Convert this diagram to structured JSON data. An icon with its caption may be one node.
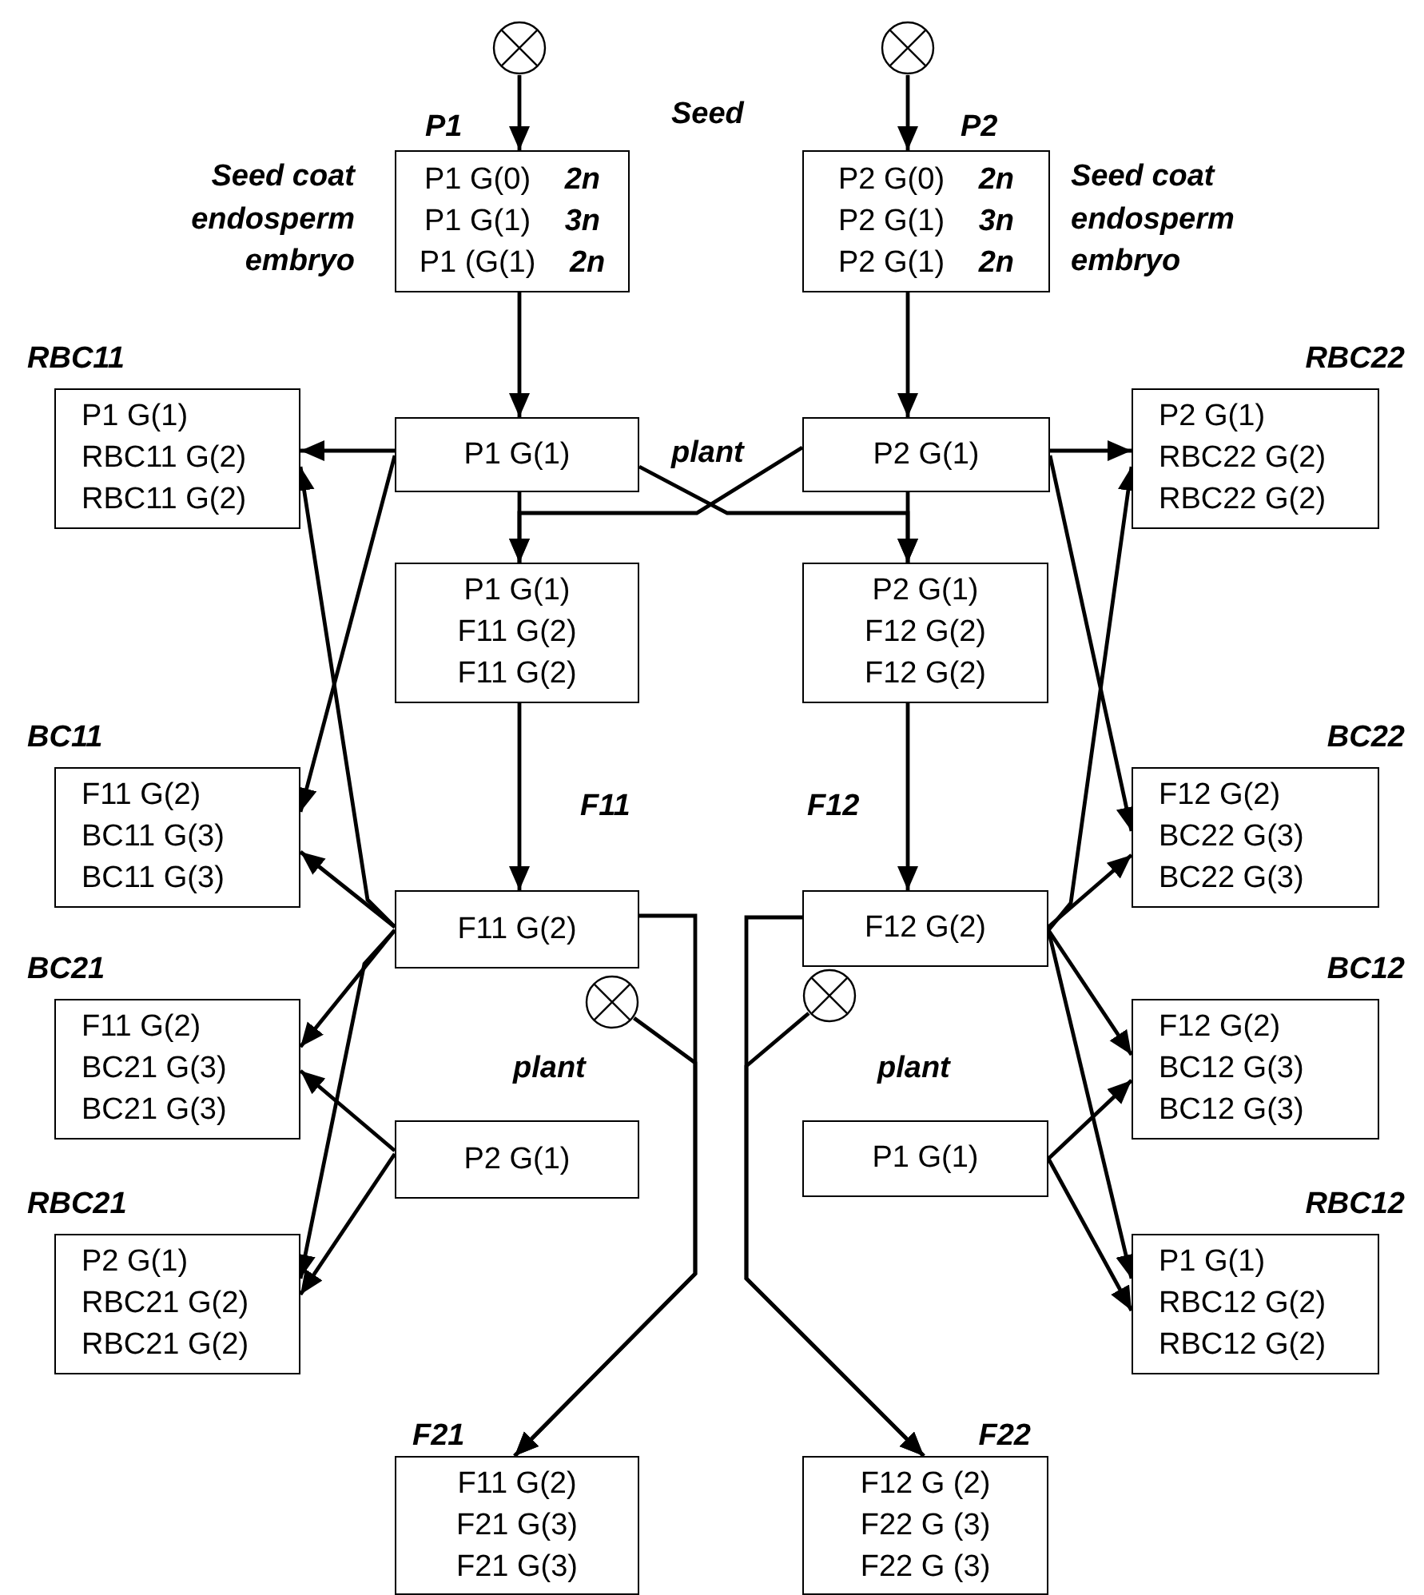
{
  "diagram": {
    "nodes": [
      {
        "text": [],
        "shape": "circle"
      },
      {
        "text": [],
        "shape": "circle"
      },
      {
        "text": [
          "P1",
          "P1 G(0) *2n*",
          "P1 G(1) *3n*",
          "P1 (G(1) *2n*"
        ],
        "beside": [
          "Seed coat",
          "endosperm",
          "embryo"
        ]
      },
      {
        "text": [
          "P2",
          "P2 G(0) *2n*",
          "P2 G(1) *3n*",
          "P2 G(1) *2n*"
        ],
        "beside": [
          "Seed coat",
          "endosperm",
          "embryo"
        ]
      },
      {
        "text": [
          "RBC11",
          "P1 G(1)",
          "RBC11 G(2)",
          "RBC11 G(2)"
        ]
      },
      {
        "text": [
          "P1 G(1)"
        ]
      },
      {
        "text": [
          "P2 G(1)"
        ]
      },
      {
        "text": [
          "RBC22",
          "P2 G(1)",
          "RBC22 G(2)",
          "RBC22 G(2)"
        ]
      },
      {
        "text": [
          "P1 G(1)",
          "F11 G(2)",
          "F11 G(2)"
        ]
      },
      {
        "text": [
          "P2 G(1)",
          "F12 G(2)",
          "F12 G(2)"
        ]
      },
      {
        "text": [
          "BC11",
          "F11 G(2)",
          "BC11 G(3)",
          "BC11 G(3)"
        ]
      },
      {
        "text": [
          "BC22",
          "F12 G(2)",
          "BC22 G(3)",
          "BC22 G(3)"
        ]
      },
      {
        "text": [
          "F11 G(2)"
        ]
      },
      {
        "text": [
          "F12 G(2)"
        ]
      },
      {
        "text": [
          "BC21",
          "F11 G(2)",
          "BC21 G(3)",
          "BC21 G(3)"
        ]
      },
      {
        "text": [
          "BC12",
          "F12 G(2)",
          "BC12 G(3)",
          "BC12 G(3)"
        ]
      },
      {
        "text": [],
        "shape": "circle"
      },
      {
        "text": [],
        "shape": "circle"
      },
      {
        "text": [
          "plant",
          "P2 G(1)"
        ]
      },
      {
        "text": [
          "plant",
          "P1 G(1)"
        ]
      },
      {
        "text": [
          "RBC21",
          "P2 G(1)",
          "RBC21 G(2)",
          "RBC21 G(2)"
        ]
      },
      {
        "text": [
          "RBC12",
          "P1 G(1)",
          "RBC12 G(2)",
          "RBC12 G(2)"
        ]
      },
      {
        "text": [
          "F21",
          "F11 G(2)",
          "F21 G(3)",
          "F21 G(3)"
        ]
      },
      {
        "text": [
          "F22",
          "F12 G (2)",
          "F22 G (3)",
          "F22 G (3)"
        ]
      }
    ],
    "edges": [
      {
        "from": 0,
        "to": 2,
        "arrow": "to"
      },
      {
        "from": 1,
        "to": 3,
        "arrow": "to"
      },
      {
        "from": 2,
        "to": 5,
        "arrow": "to"
      },
      {
        "from": 3,
        "to": 6,
        "arrow": "to"
      },
      {
        "from": 5,
        "to": 4,
        "arrow": "to"
      },
      {
        "from": 5,
        "to": 10,
        "arrow": "to"
      },
      {
        "from": 5,
        "to": 8,
        "arrow": "to"
      },
      {
        "from": 5,
        "to": 9,
        "arrow": "to"
      },
      {
        "from": 6,
        "to": 8,
        "arrow": "to"
      },
      {
        "from": 6,
        "to": 9,
        "arrow": "to"
      },
      {
        "from": 6,
        "to": 7,
        "arrow": "to"
      },
      {
        "from": 6,
        "to": 11,
        "arrow": "to"
      },
      {
        "from": 8,
        "to": 12,
        "arrow": "to",
        "label": "F11"
      },
      {
        "from": 9,
        "to": 13,
        "arrow": "to",
        "label": "F12"
      },
      {
        "from": 12,
        "to": 10,
        "arrow": "to"
      },
      {
        "from": 12,
        "to": 4,
        "arrow": "to"
      },
      {
        "from": 12,
        "to": 14,
        "arrow": "to"
      },
      {
        "from": 12,
        "to": 20,
        "arrow": "to"
      },
      {
        "from": 12,
        "to": 22,
        "arrow": "to"
      },
      {
        "from": 16,
        "to": 22,
        "arrow": "to"
      },
      {
        "from": 13,
        "to": 11,
        "arrow": "to"
      },
      {
        "from": 13,
        "to": 7,
        "arrow": "to"
      },
      {
        "from": 13,
        "to": 15,
        "arrow": "to"
      },
      {
        "from": 13,
        "to": 21,
        "arrow": "to"
      },
      {
        "from": 13,
        "to": 23,
        "arrow": "to"
      },
      {
        "from": 17,
        "to": 23,
        "arrow": "to"
      },
      {
        "from": 18,
        "to": 14,
        "arrow": "to"
      },
      {
        "from": 18,
        "to": 20,
        "arrow": "to"
      },
      {
        "from": 19,
        "to": 15,
        "arrow": "to"
      },
      {
        "from": 19,
        "to": 21,
        "arrow": "to"
      }
    ],
    "labels": [
      "Seed",
      "plant"
    ]
  }
}
